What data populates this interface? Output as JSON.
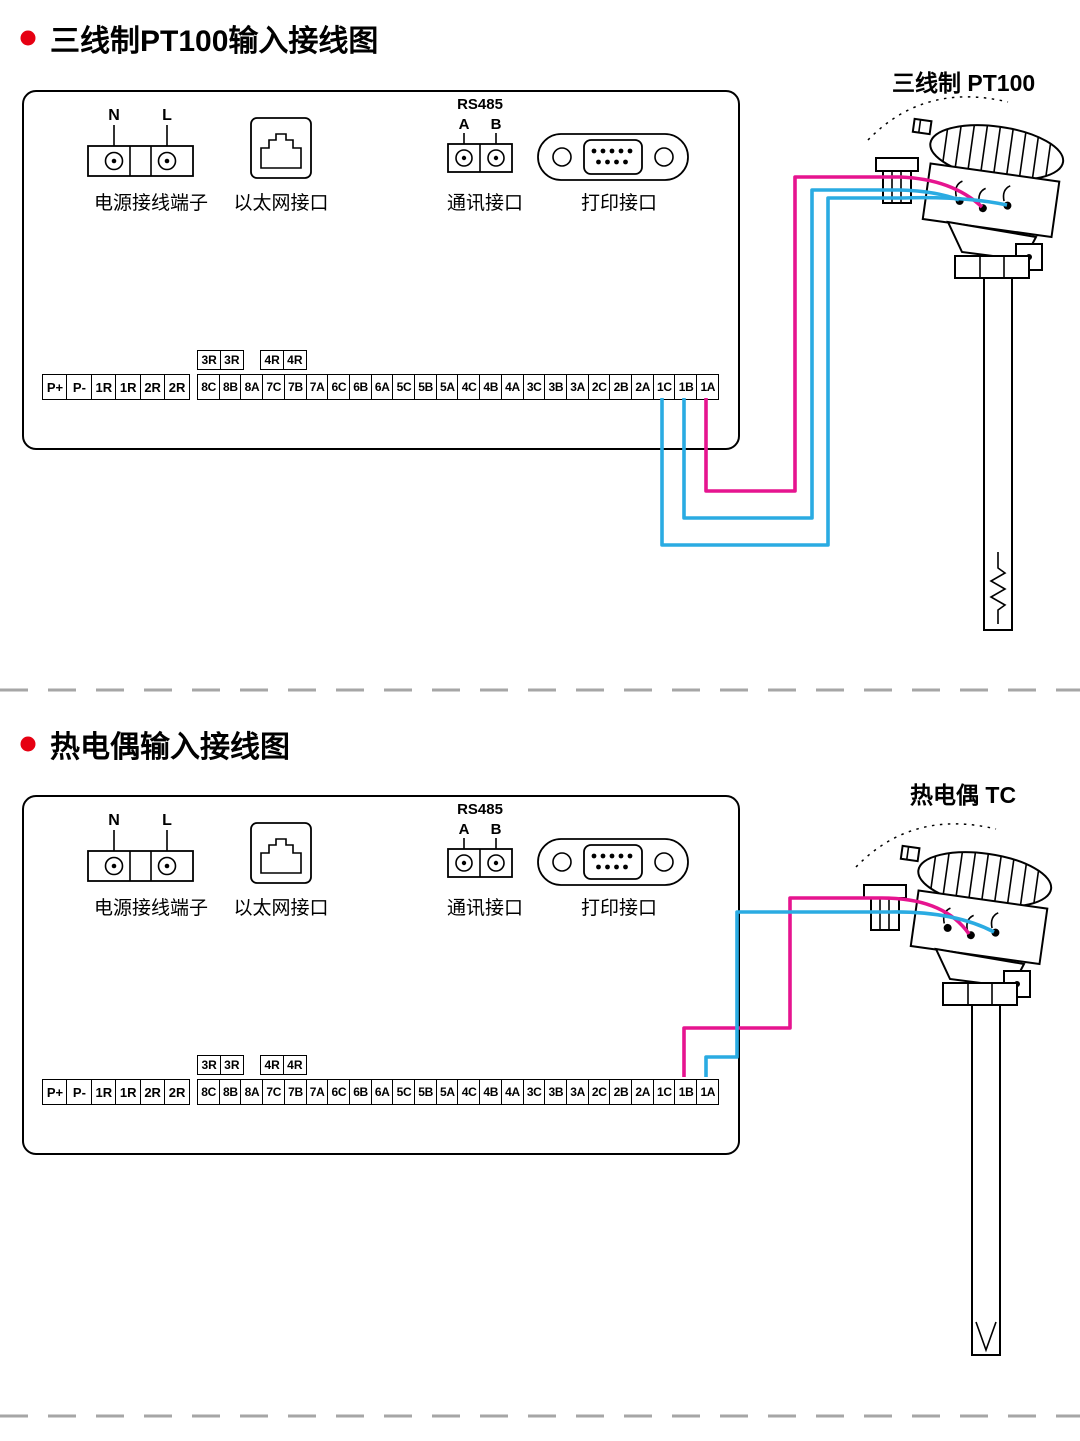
{
  "colors": {
    "wire_magenta": "#e6148f",
    "wire_blue": "#2aabe2",
    "bullet_red": "#e60012",
    "outline": "#000000",
    "separator": "#a6a6a6"
  },
  "sections": [
    {
      "title": "三线制PT100输入接线图",
      "sensor_label": "三线制 PT100"
    },
    {
      "title": "热电偶输入接线图",
      "sensor_label": "热电偶 TC"
    }
  ],
  "ports": {
    "power": {
      "caption": "电源接线端子",
      "neutral": "N",
      "live": "L"
    },
    "ethernet": {
      "caption": "以太网接口"
    },
    "comm": {
      "caption": "通讯接口",
      "protocol": "RS485",
      "pin_a": "A",
      "pin_b": "B"
    },
    "printer": {
      "caption": "打印接口"
    }
  },
  "terminals": {
    "left_strip": [
      "P+",
      "P-",
      "1R",
      "1R",
      "2R",
      "2R"
    ],
    "relay_row_left": [
      "3R",
      "3R"
    ],
    "relay_row_right": [
      "4R",
      "4R"
    ],
    "main_strip": [
      "8C",
      "8B",
      "8A",
      "7C",
      "7B",
      "7A",
      "6C",
      "6B",
      "6A",
      "5C",
      "5B",
      "5A",
      "4C",
      "4B",
      "4A",
      "3C",
      "3B",
      "3A",
      "2C",
      "2B",
      "2A",
      "1C",
      "1B",
      "1A"
    ]
  }
}
